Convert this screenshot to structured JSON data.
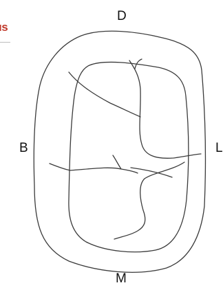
{
  "labels": {
    "top": "D",
    "left": "B",
    "right": "L",
    "bottom": "M"
  },
  "fragment_text": "ıs",
  "colors": {
    "fragment": "#c0392b",
    "stroke": "#3a3a3a"
  }
}
